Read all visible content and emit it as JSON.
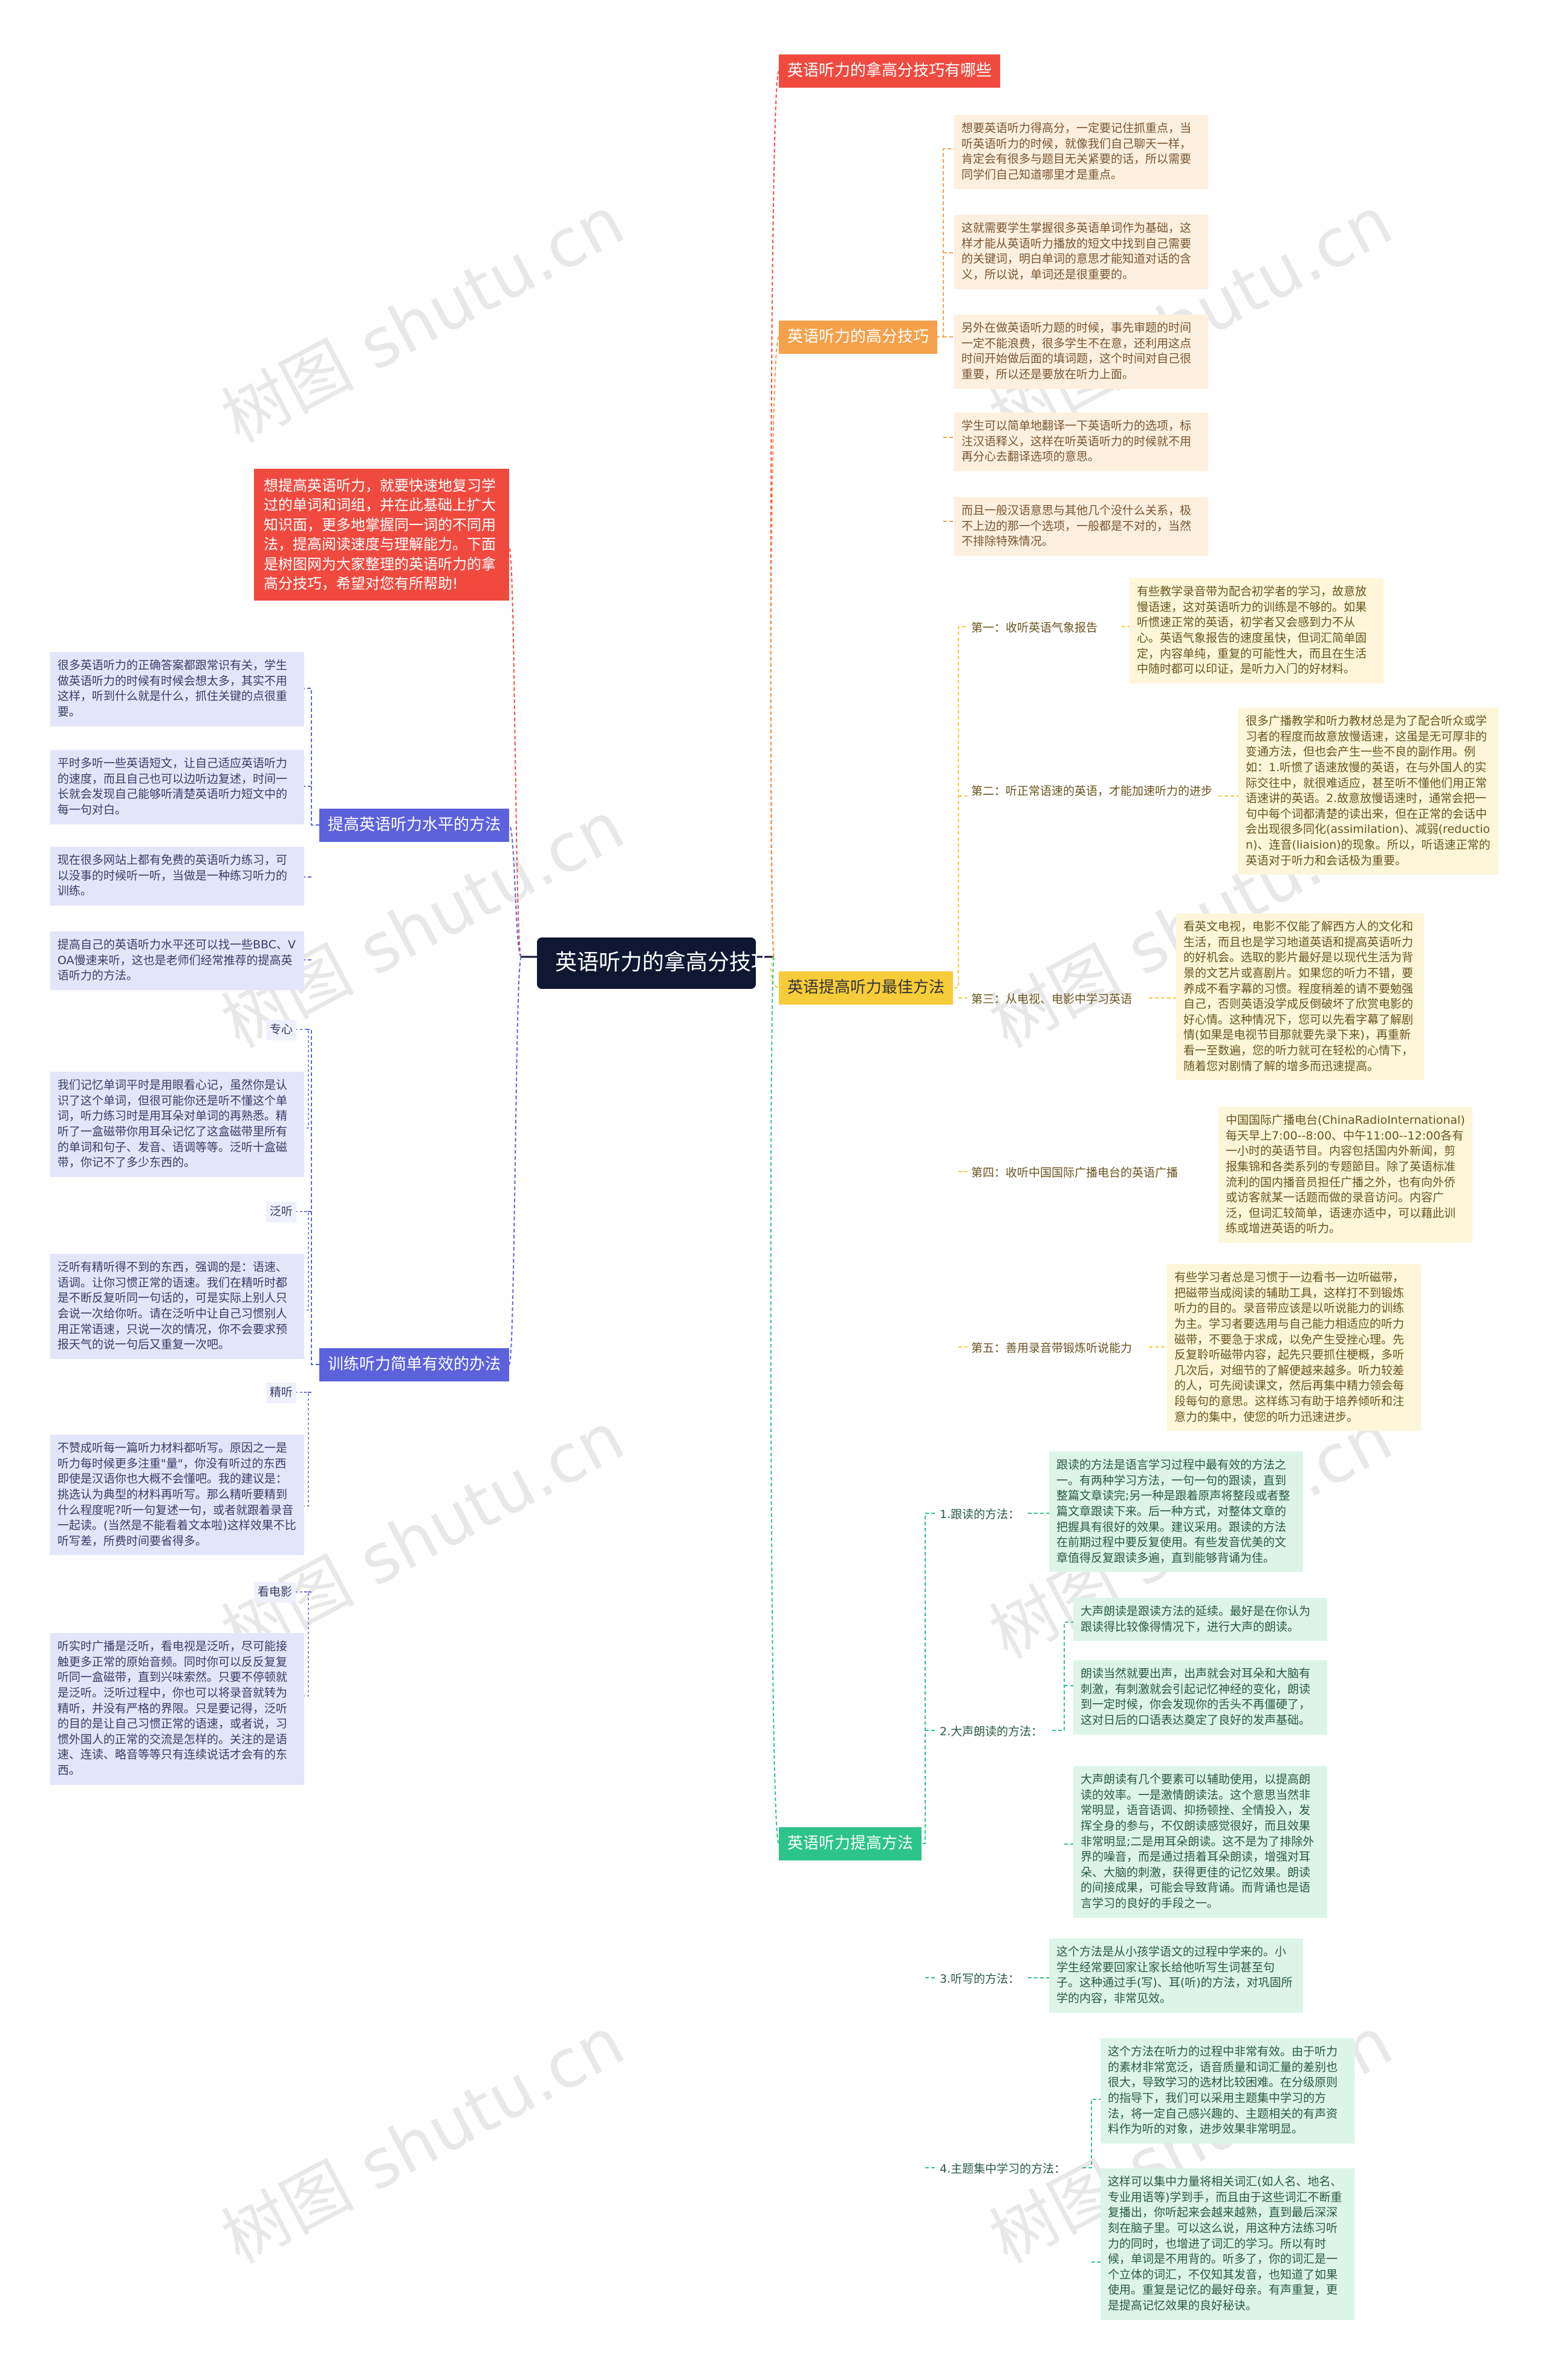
{
  "root": "英语听力的拿高分技巧",
  "watermark": "树图 shutu.cn",
  "intro": "想提高英语听力，就要快速地复习学过的单词和词组，并在此基础上扩大知识面，更多地掌握同一词的不同用法，提高阅读速度与理解能力。下面是树图网为大家整理的英语听力的拿高分技巧，希望对您有所帮助!",
  "colors": {
    "root": "#0f1733",
    "red": "#f04a3f",
    "orange": "#f5a04a",
    "yellow": "#f7cc3a",
    "green": "#2cc48a",
    "blue": "#5b62dc"
  },
  "right": {
    "b1": {
      "label": "英语听力的拿高分技巧有哪些"
    },
    "b2": {
      "label": "英语听力的高分技巧",
      "leaves": [
        "想要英语听力得高分，一定要记住抓重点，当听英语听力的时候，就像我们自己聊天一样，肯定会有很多与题目无关紧要的话，所以需要同学们自己知道哪里才是重点。",
        "这就需要学生掌握很多英语单词作为基础，这样才能从英语听力播放的短文中找到自己需要的关键词，明白单词的意思才能知道对话的含义，所以说，单词还是很重要的。",
        "另外在做英语听力题的时候，事先审题的时间一定不能浪费，很多学生不在意，还利用这点时间开始做后面的填词题，这个时间对自己很重要，所以还是要放在听力上面。",
        "学生可以简单地翻译一下英语听力的选项，标注汉语释义，这样在听英语听力的时候就不用再分心去翻译选项的意思。",
        "而且一般汉语意思与其他几个没什么关系，极不上边的那一个选项，一般都是不对的，当然不排除特殊情况。"
      ]
    },
    "b3": {
      "label": "英语提高听力最佳方法",
      "subs": [
        {
          "label": "第一：收听英语气象报告",
          "text": "有些教学录音带为配合初学者的学习，故意放慢语速，这对英语听力的训练是不够的。如果听惯速正常的英语，初学者又会感到力不从心。英语气象报告的速度虽快，但词汇简单固定，内容单纯，重复的可能性大，而且在生活中随时都可以印证，是听力入门的好材料。"
        },
        {
          "label": "第二：听正常语速的英语，才能加速听力的进步",
          "text": "很多广播教学和听力教材总是为了配合听众或学习者的程度而故意放慢语速，这虽是无可厚非的变通方法，但也会产生一些不良的副作用。例如：1.听惯了语速放慢的英语，在与外国人的实际交往中，就很难适应，甚至听不懂他们用正常语速讲的英语。2.故意放慢语速时，通常会把一句中每个词都清楚的读出来，但在正常的会话中会出现很多同化(assimilation)、减弱(reduction)、连音(liaision)的现象。所以，听语速正常的英语对于听力和会话极为重要。"
        },
        {
          "label": "第三：从电视、电影中学习英语",
          "text": "看英文电视，电影不仅能了解西方人的文化和生活，而且也是学习地道英语和提高英语听力的好机会。选取的影片最好是以现代生活为背景的文艺片或喜剧片。如果您的听力不错，要养成不看字幕的习惯。程度稍差的请不要勉强自己，否则英语没学成反倒破坏了欣赏电影的好心情。这种情况下，您可以先看字幕了解剧情(如果是电视节目那就要先录下来)，再重新看一至数遍，您的听力就可在轻松的心情下，随着您对剧情了解的增多而迅速提高。"
        },
        {
          "label": "第四：收听中国国际广播电台的英语广播",
          "text": "中国国际广播电台(ChinaRadioInternational)每天早上7:00--8:00、中午11:00--12:00各有一小时的英语节目。内容包括国内外新闻，剪报集锦和各类系列的专题節目。除了英语标准流利的国内播音员担任广播之外，也有向外侨或访客就某一话题而做的录音访问。内容广泛，但词汇较简单，语速亦适中，可以藉此训练或增进英语的听力。"
        },
        {
          "label": "第五：善用录音带锻炼听说能力",
          "text": "有些学习者总是习惯于一边看书一边听磁带，把磁带当成阅读的辅助工具，这样打不到锻炼听力的目的。录音带应该是以听说能力的训练为主。学习者要选用与自己能力相适应的听力磁带，不要急于求成，以免产生受挫心理。先反复聆听磁带内容，起先只要抓住梗概，多听几次后，对细节的了解便越来越多。听力较差的人，可先阅读课文，然后再集中精力领会每段每句的意思。这样练习有助于培养倾听和注意力的集中，使您的听力迅速进步。"
        }
      ]
    },
    "b4": {
      "label": "英语听力提高方法",
      "subs": [
        {
          "label": "1.跟读的方法：",
          "texts": [
            "跟读的方法是语言学习过程中最有效的方法之一。有两种学习方法，一句一句的跟读，直到整篇文章读完;另一种是跟着原声将整段或者整篇文章跟读下来。后一种方式，对整体文章的把握具有很好的效果。建议采用。跟读的方法在前期过程中要反复使用。有些发音优美的文章值得反复跟读多遍，直到能够背诵为佳。"
          ]
        },
        {
          "label": "2.大声朗读的方法：",
          "texts": [
            "大声朗读是跟读方法的延续。最好是在你认为跟读得比较像得情况下，进行大声的朗读。",
            "朗读当然就要出声，出声就会对耳朵和大脑有刺激，有刺激就会引起记忆神经的变化，朗读到一定时候，你会发现你的舌头不再僵硬了，这对日后的口语表达奠定了良好的发声基础。",
            "大声朗读有几个要素可以辅助使用，以提高朗读的效率。一是激情朗读法。这个意思当然非常明显，语音语调、抑扬顿挫、全情投入，发挥全身的参与，不仅朗读感觉很好，而且效果非常明显;二是用耳朵朗读。这不是为了排除外界的噪音，而是通过捂着耳朵朗读，增强对耳朵、大脑的刺激，获得更佳的记忆效果。朗读的间接成果，可能会导致背诵。而背诵也是语言学习的良好的手段之一。"
          ]
        },
        {
          "label": "3.听写的方法：",
          "texts": [
            "这个方法是从小孩学语文的过程中学来的。小学生经常要回家让家长给他听写生词甚至句子。这种通过手(写)、耳(听)的方法，对巩固所学的内容，非常见效。"
          ]
        },
        {
          "label": "4.主题集中学习的方法：",
          "texts": [
            "这个方法在听力的过程中非常有效。由于听力的素材非常宽泛，语音质量和词汇量的差别也很大，导致学习的选材比较困难。在分级原则的指导下，我们可以采用主题集中学习的方法，将一定自己感兴趣的、主题相关的有声资料作为听的对象，进步效果非常明显。",
            "这样可以集中力量将相关词汇(如人名、地名、专业用语等)学到手，而且由于这些词汇不断重复播出，你听起来会越来越熟，直到最后深深刻在脑子里。可以这么说，用这种方法练习听力的同时，也增进了词汇的学习。所以有时候，单词是不用背的。听多了，你的词汇是一个立体的词汇，不仅知其发音，也知道了如果使用。重复是记忆的最好母亲。有声重复，更是提高记忆效果的良好秘诀。"
          ]
        }
      ]
    }
  },
  "left": {
    "b5": {
      "label": "提高英语听力水平的方法",
      "leaves": [
        "很多英语听力的正确答案都跟常识有关，学生做英语听力的时候有时候会想太多，其实不用这样，听到什么就是什么，抓住关键的点很重要。",
        "平时多听一些英语短文，让自己适应英语听力的速度，而且自己也可以边听边复述，时间一长就会发现自己能够听清楚英语听力短文中的每一句对白。",
        "现在很多网站上都有免费的英语听力练习，可以没事的时候听一听，当做是一种练习听力的训练。",
        "提高自己的英语听力水平还可以找一些BBC、VOA慢速来听，这也是老师们经常推荐的提高英语听力的方法。"
      ]
    },
    "b6": {
      "label": "训练听力简单有效的办法",
      "subs": [
        {
          "label": "专心",
          "text": "我们记忆单词平时是用眼看心记，虽然你是认识了这个单词，但很可能你还是听不懂这个单词，听力练习时是用耳朵对单词的再熟悉。精听了一盒磁带你用耳朵记忆了这盒磁带里所有的单词和句子、发音、语调等等。泛听十盒磁带，你记不了多少东西的。"
        },
        {
          "label": "泛听",
          "text": "泛听有精听得不到的东西，强调的是：语速、语调。让你习惯正常的语速。我们在精听时都是不断反复听同一句话的，可是实际上别人只会说一次给你听。请在泛听中让自己习惯别人用正常语速，只说一次的情况，你不会要求预报天气的说一句后又重复一次吧。"
        },
        {
          "label": "精听",
          "text": "不赞成听每一篇听力材料都听写。原因之一是听力每时候更多注重\"量\"，你没有听过的东西即使是汉语你也大概不会懂吧。我的建议是：挑选认为典型的材料再听写。那么精听要精到什么程度呢?听一句复述一句，或者就跟着录音一起读。(当然是不能看着文本啦)这样效果不比听写差，所费时间要省得多。"
        },
        {
          "label": "看电影",
          "text": "听实时广播是泛听，看电视是泛听，尽可能接触更多正常的原始音频。同时你可以反反复复听同一盒磁带，直到兴味索然。只要不停顿就是泛听。泛听过程中，你也可以将录音就转为精听，并没有严格的界限。只是要记得，泛听的目的是让自己习惯正常的语速，或者说，习惯外国人的正常的交流是怎样的。关注的是语速、连读、略音等等只有连续说话才会有的东西。"
        }
      ]
    }
  }
}
